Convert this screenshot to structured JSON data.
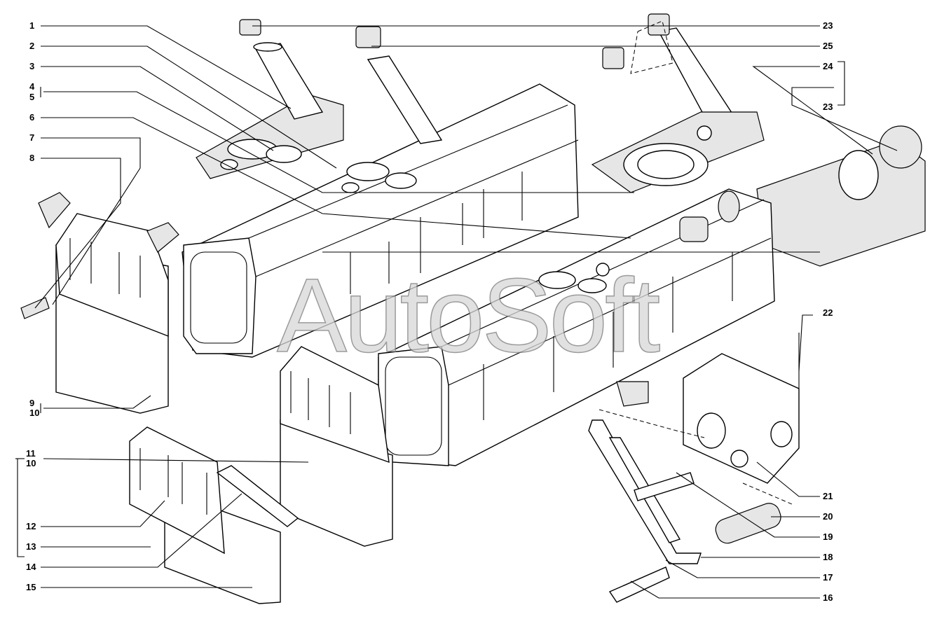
{
  "diagram": {
    "watermark": "AutoSoft",
    "left_labels": [
      "1",
      "2",
      "3",
      "4",
      "5",
      "6",
      "7",
      "8",
      "9",
      "10",
      "11",
      "10",
      "12",
      "13",
      "14",
      "15"
    ],
    "right_labels": [
      "23",
      "25",
      "24",
      "23",
      "22",
      "21",
      "20",
      "19",
      "18",
      "17",
      "16"
    ]
  }
}
